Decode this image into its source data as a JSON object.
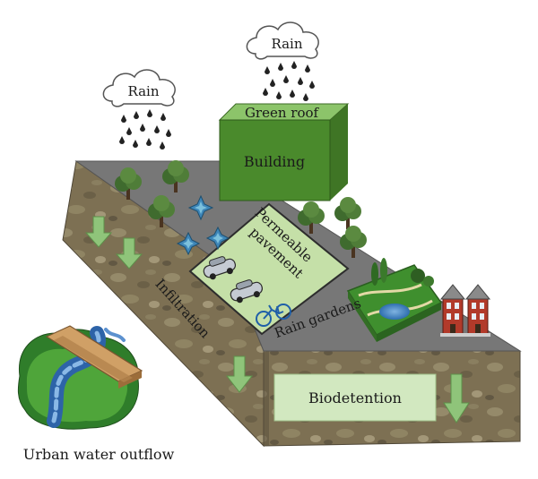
{
  "labels": {
    "rain_left": "Rain",
    "rain_right": "Rain",
    "green_roof": "Green roof",
    "building": "Building",
    "permeable_line1": "Permeable",
    "permeable_line2": "pavement",
    "infiltration": "Infiltration",
    "rain_gardens": "Rain gardens",
    "biodetention": "Biodetention",
    "urban_outflow": "Urban water outflow"
  },
  "colors": {
    "soil": "#7d7053",
    "soil_dark": "#5e5440",
    "pavement": "#757575",
    "building_front": "#4a8a2c",
    "building_top": "#8cc46a",
    "arrow_green": "#8fc47a",
    "pale_green": "#d2e8c0",
    "drop": "#222222"
  },
  "icons": {
    "cloud": "cloud-icon",
    "rain_drop": "rain-drop-icon",
    "tree": "tree-icon",
    "plant": "plant-icon",
    "car": "car-icon",
    "bicycle": "bicycle-icon",
    "house": "house-icon",
    "river": "river-icon"
  }
}
